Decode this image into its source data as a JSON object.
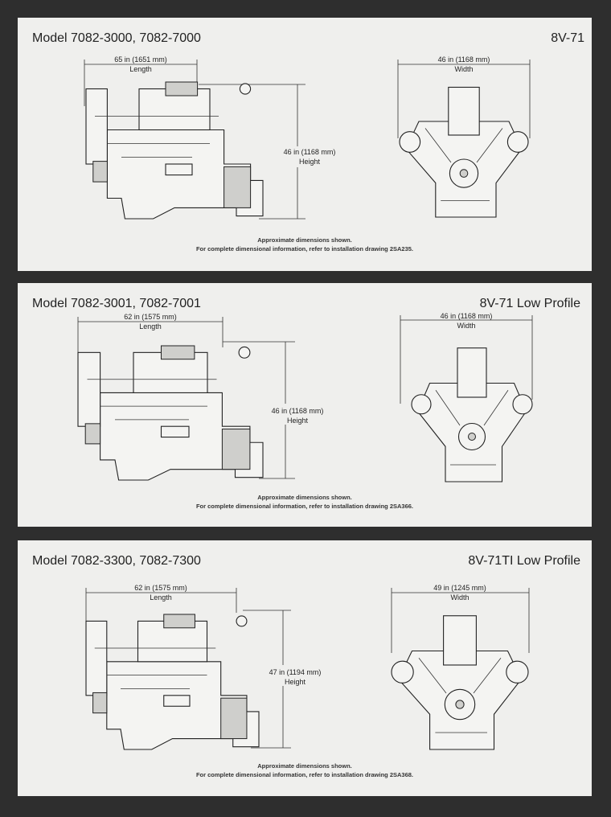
{
  "panels": [
    {
      "model": "Model 7082-3000, 7082-7000",
      "engine": "8V-71",
      "length": "65 in (1651 mm)",
      "length_label": "Length",
      "height": "46 in (1168 mm)",
      "height_label": "Height",
      "width": "46 in (1168 mm)",
      "width_label": "Width",
      "caption_1": "Approximate dimensions shown.",
      "caption_2": "For complete dimensional information, refer to installation drawing 2SA235."
    },
    {
      "model": "Model 7082-3001, 7082-7001",
      "engine": "8V-71 Low Profile",
      "length": "62 in (1575 mm)",
      "length_label": "Length",
      "height": "46 in (1168 mm)",
      "height_label": "Height",
      "width": "46 in (1168 mm)",
      "width_label": "Width",
      "caption_1": "Approximate dimensions shown.",
      "caption_2": "For complete dimensional information, refer to installation drawing 2SA366."
    },
    {
      "model": "Model 7082-3300, 7082-7300",
      "engine": "8V-71TI Low Profile",
      "length": "62 in (1575 mm)",
      "length_label": "Length",
      "height": "47 in (1194 mm)",
      "height_label": "Height",
      "width": "49 in (1245 mm)",
      "width_label": "Width",
      "caption_1": "Approximate dimensions shown.",
      "caption_2": "For complete dimensional information, refer to installation drawing 2SA368."
    }
  ]
}
